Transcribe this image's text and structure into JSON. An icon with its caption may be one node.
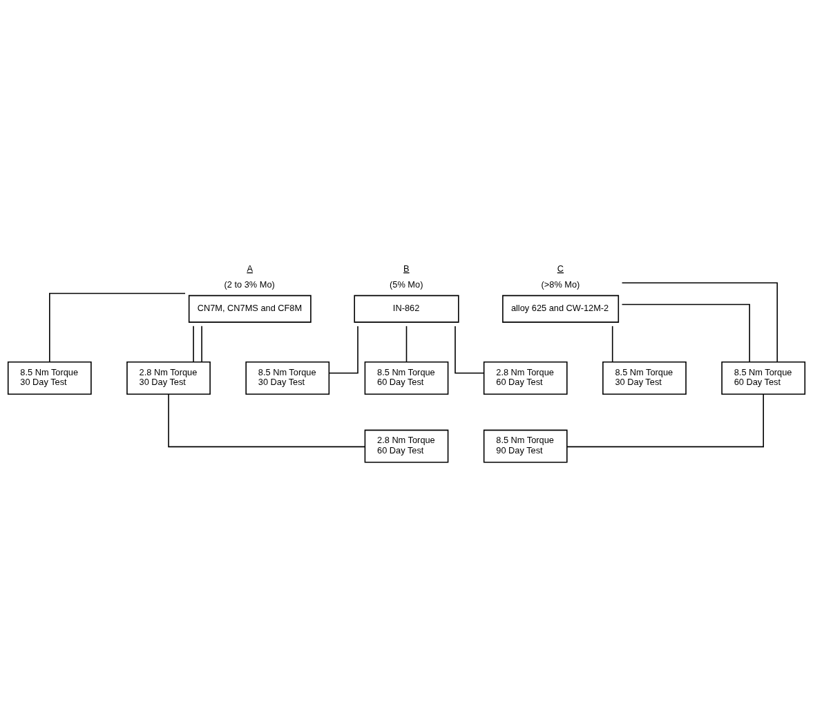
{
  "diagram": {
    "nodes": [
      {
        "text": [
          "CN7M, CN7MS and CF8M"
        ],
        "beside": [
          "A",
          "(2 to 3% Mo)"
        ]
      },
      {
        "text": [
          "8.5 Nm Torque",
          "30 Day Test"
        ]
      },
      {
        "text": [
          "2.8 Nm Torque",
          "30 Day Test"
        ]
      },
      {
        "text": [
          "2.8 Nm Torque",
          "60 Day Test"
        ]
      },
      {
        "text": [
          "IN-862"
        ],
        "beside": [
          "B",
          "(5% Mo)"
        ]
      },
      {
        "text": [
          "8.5 Nm Torque",
          "30 Day Test"
        ]
      },
      {
        "text": [
          "8.5 Nm Torque",
          "60 Day Test"
        ]
      },
      {
        "text": [
          "2.8 Nm Torque",
          "60 Day Test"
        ]
      },
      {
        "text": [
          "alloy 625 and CW-12M-2"
        ],
        "beside": [
          "C",
          "(>8% Mo)"
        ]
      },
      {
        "text": [
          "8.5 Nm Torque",
          "30 Day Test"
        ]
      },
      {
        "text": [
          "8.5 Nm Torque",
          "60 Day Test"
        ]
      },
      {
        "text": [
          "8.5 Nm Torque",
          "90 Day Test"
        ]
      }
    ],
    "edges": [
      {
        "from": 0,
        "to": 1,
        "arrow": "none"
      },
      {
        "from": 0,
        "to": 2,
        "arrow": "none"
      },
      {
        "from": 0,
        "to": 2,
        "arrow": "none"
      },
      {
        "from": 2,
        "to": 3,
        "arrow": "none"
      },
      {
        "from": 4,
        "to": 5,
        "arrow": "none"
      },
      {
        "from": 4,
        "to": 6,
        "arrow": "none"
      },
      {
        "from": 4,
        "to": 7,
        "arrow": "none"
      },
      {
        "from": 8,
        "to": 9,
        "arrow": "none"
      },
      {
        "from": 8,
        "to": 10,
        "arrow": "none"
      },
      {
        "from": 8,
        "to": 10,
        "arrow": "none"
      },
      {
        "from": 10,
        "to": 11,
        "arrow": "none"
      }
    ]
  }
}
